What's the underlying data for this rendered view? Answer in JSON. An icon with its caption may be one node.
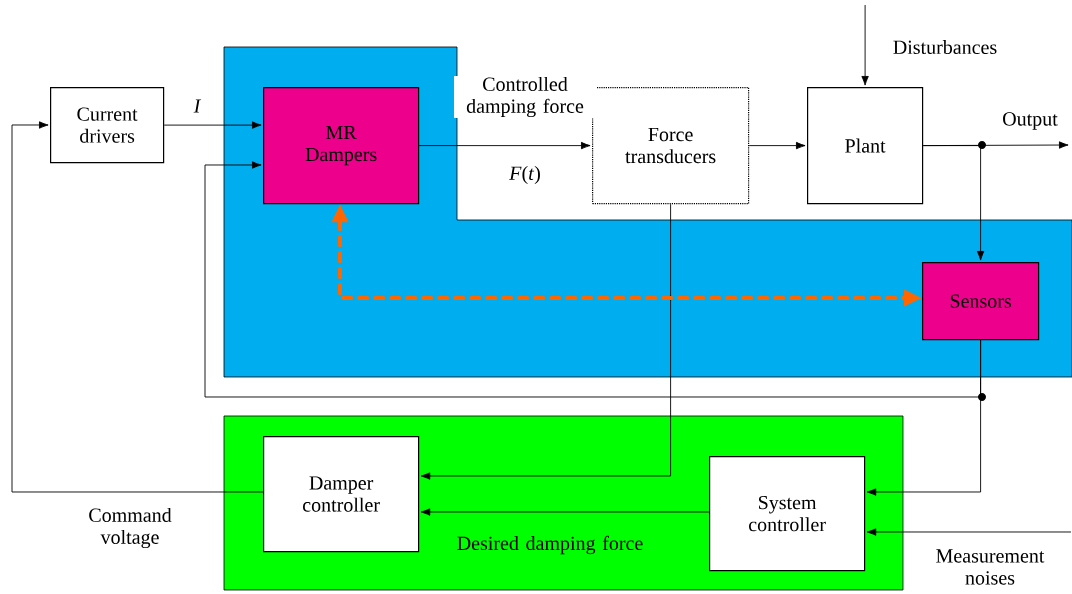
{
  "diagram": {
    "nodes": [
      {
        "text": [],
        "shape": "box"
      },
      {
        "text": [
          "Current drivers"
        ]
      },
      {
        "text": [
          "MR Dampers"
        ],
        "in": 0
      },
      {
        "text": [
          "Force transducers"
        ]
      },
      {
        "text": [
          "Plant"
        ]
      },
      {
        "text": [
          "Sensors"
        ],
        "in": 0
      },
      {
        "text": [],
        "shape": "box"
      },
      {
        "text": [
          "Damper controller"
        ],
        "in": 6
      },
      {
        "text": [
          "System controller"
        ],
        "in": 6
      }
    ],
    "edges": [
      {
        "from": 1,
        "to": 2,
        "arrow": "to",
        "label": "I"
      },
      {
        "from": 2,
        "to": 3,
        "arrow": "to",
        "label": "Controlled damping force"
      },
      {
        "from": 3,
        "to": 4,
        "arrow": "to"
      },
      {
        "from": null,
        "to": 4,
        "arrow": "to",
        "label": "Disturbances"
      },
      {
        "from": 4,
        "to": null,
        "arrow": "to",
        "label": "Output"
      },
      {
        "from": 4,
        "to": 5,
        "arrow": "to"
      },
      {
        "from": 5,
        "to": 8,
        "arrow": "to"
      },
      {
        "from": 5,
        "to": 2,
        "arrow": "to"
      },
      {
        "from": 3,
        "to": 7,
        "arrow": "to"
      },
      {
        "from": 8,
        "to": 7,
        "arrow": "to",
        "label": "Desired damping force"
      },
      {
        "from": 7,
        "to": 1,
        "arrow": "to",
        "label": "Command voltage"
      },
      {
        "from": null,
        "to": 8,
        "arrow": "to",
        "label": "Measurement noises"
      },
      {
        "from": 2,
        "to": 5,
        "arrow": "both",
        "style": "dashed",
        "color": "#ff6600"
      }
    ],
    "labels": [
      "*F*(*t*)"
    ]
  }
}
